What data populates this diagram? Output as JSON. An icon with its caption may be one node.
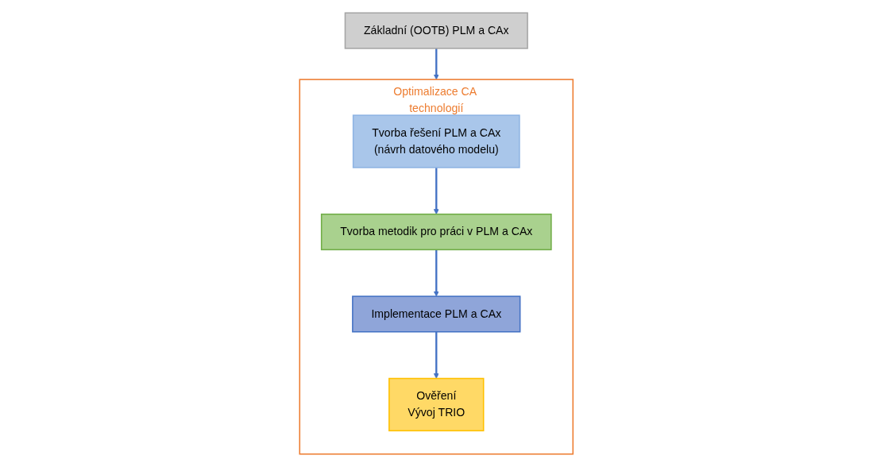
{
  "diagram": {
    "nodes": [
      {
        "text": [
          "Základní (OOTB) PLM a CAx"
        ]
      },
      {
        "text": [
          "Optimalizace CA technologií"
        ]
      },
      {
        "text": [
          "Tvorba řešení PLM a CAx",
          "(návrh datového modelu)"
        ],
        "in": 1
      },
      {
        "text": [
          "Tvorba metodik pro práci v PLM a CAx"
        ],
        "in": 1
      },
      {
        "text": [
          "Implementace PLM a CAx"
        ],
        "in": 1
      },
      {
        "text": [
          "Ověření",
          "Vývoj TRIO"
        ],
        "in": 1
      }
    ],
    "edges": [
      {
        "from": 0,
        "to": 1,
        "arrow": "to"
      },
      {
        "from": 2,
        "to": 3,
        "arrow": "to"
      },
      {
        "from": 3,
        "to": 4,
        "arrow": "to"
      },
      {
        "from": 4,
        "to": 5,
        "arrow": "to"
      }
    ]
  }
}
